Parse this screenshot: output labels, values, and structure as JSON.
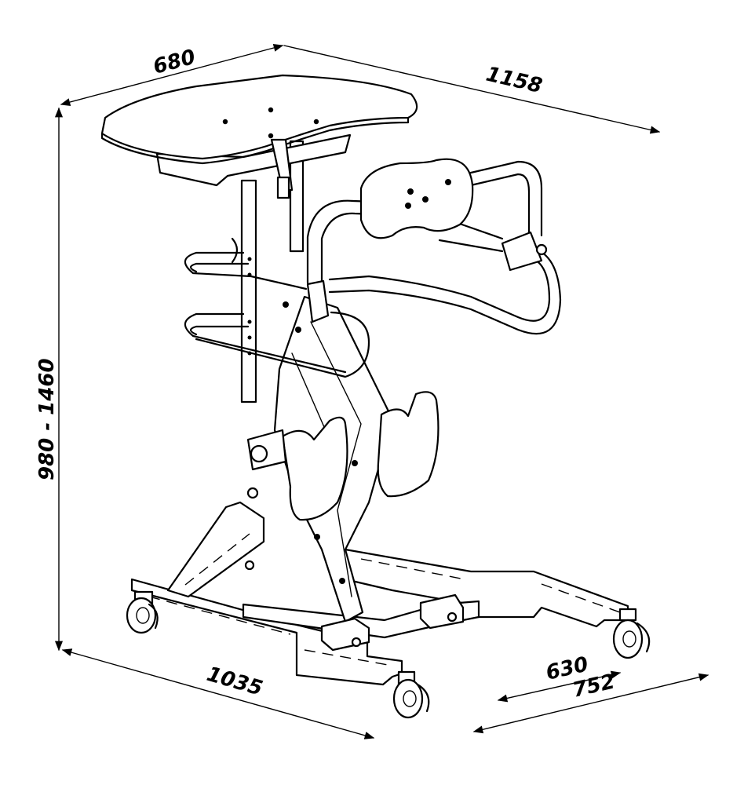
{
  "dimensions": {
    "table_depth": "680",
    "overall_depth": "1158",
    "height_range": "980 - 1460",
    "base_length": "1035",
    "inner_width": "630",
    "outer_width": "752"
  }
}
